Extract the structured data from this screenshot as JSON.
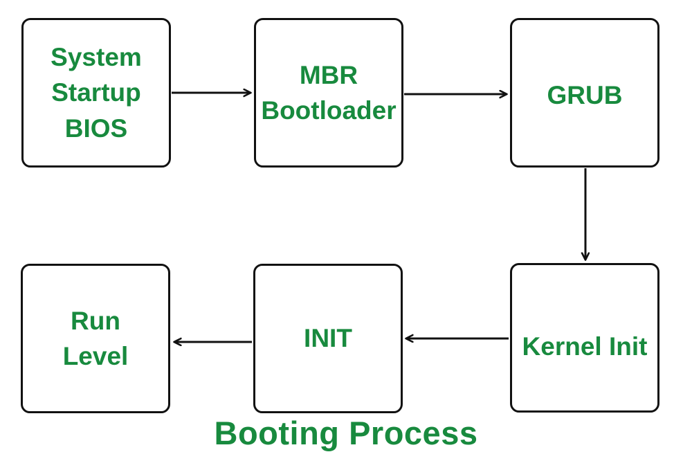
{
  "title": "Booting Process",
  "accent_color": "#188a3e",
  "line_color": "#111111",
  "nodes": [
    {
      "id": "bios",
      "label": "System\nStartup\nBIOS"
    },
    {
      "id": "mbr",
      "label": "MBR\nBootloader"
    },
    {
      "id": "grub",
      "label": "GRUB"
    },
    {
      "id": "kernel-init",
      "label": "Kernel Init"
    },
    {
      "id": "init",
      "label": "INIT"
    },
    {
      "id": "run-level",
      "label": "Run\nLevel"
    }
  ],
  "arrows": [
    {
      "from": "bios",
      "to": "mbr"
    },
    {
      "from": "mbr",
      "to": "grub"
    },
    {
      "from": "grub",
      "to": "kernel-init"
    },
    {
      "from": "kernel-init",
      "to": "init"
    },
    {
      "from": "init",
      "to": "run-level"
    }
  ]
}
